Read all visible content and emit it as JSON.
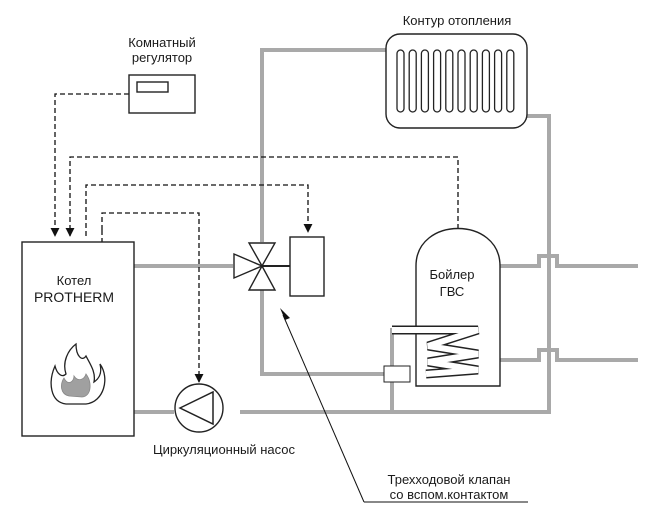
{
  "labels": {
    "heating_circuit": "Контур отопления",
    "room_regulator_line1": "Комнатный",
    "room_regulator_line2": "регулятор",
    "boiler_line1": "Котел",
    "boiler_line2": "PROTHERM",
    "dhw_tank_line1": "Бойлер",
    "dhw_tank_line2": "ГВС",
    "circulation_pump": "Циркуляционный насос",
    "three_way_valve_line1": "Трехходовой клапан",
    "three_way_valve_line2": "со вспом.контактом"
  },
  "colors": {
    "pipe": "#a9a9a9",
    "line": "#111111",
    "flame": "#9a9a9a",
    "background": "#ffffff"
  },
  "icons": {
    "flame": "flame-icon",
    "pump": "pump-icon",
    "valve": "three-way-valve-icon",
    "arrow": "arrow-down-icon",
    "coil": "heat-exchanger-coil-icon"
  }
}
